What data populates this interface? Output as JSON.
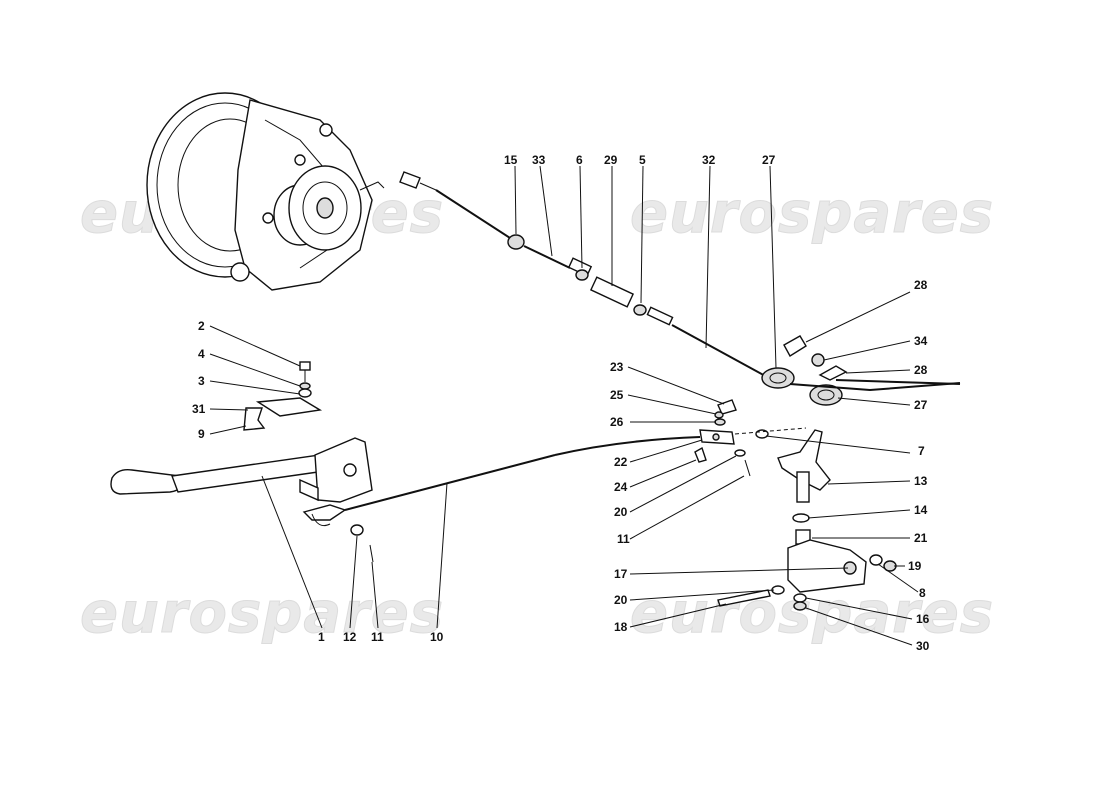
{
  "watermark": "eurospares",
  "callouts": {
    "c1": "1",
    "c2": "2",
    "c3": "3",
    "c4": "4",
    "c5": "5",
    "c6": "6",
    "c7": "7",
    "c8": "8",
    "c9": "9",
    "c10": "10",
    "c11a": "11",
    "c11b": "11",
    "c12": "12",
    "c13": "13",
    "c14": "14",
    "c15": "15",
    "c16": "16",
    "c17": "17",
    "c18": "18",
    "c19": "19",
    "c20a": "20",
    "c20b": "20",
    "c21": "21",
    "c22": "22",
    "c23": "23",
    "c24": "24",
    "c25": "25",
    "c26": "26",
    "c27a": "27",
    "c27b": "27",
    "c28a": "28",
    "c28b": "28",
    "c29": "29",
    "c30": "30",
    "c31": "31",
    "c32": "32",
    "c33": "33",
    "c34": "34"
  }
}
